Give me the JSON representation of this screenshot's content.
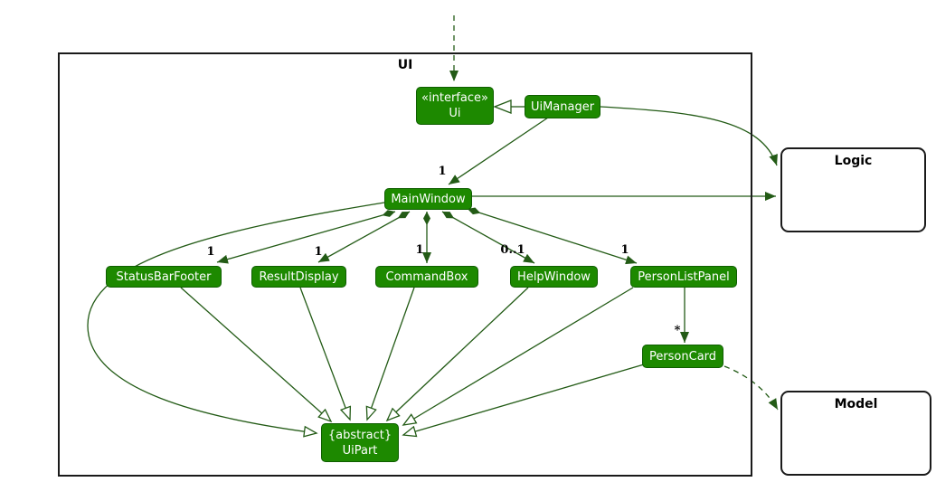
{
  "container": {
    "label": "UI"
  },
  "classes": {
    "ui_interface": {
      "stereotype": "«interface»",
      "name": "Ui"
    },
    "uimanager": {
      "name": "UiManager"
    },
    "mainwindow": {
      "name": "MainWindow"
    },
    "statusbarfooter": {
      "name": "StatusBarFooter"
    },
    "resultdisplay": {
      "name": "ResultDisplay"
    },
    "commandbox": {
      "name": "CommandBox"
    },
    "helpwindow": {
      "name": "HelpWindow"
    },
    "personlistpanel": {
      "name": "PersonListPanel"
    },
    "personcard": {
      "name": "PersonCard"
    },
    "uipart": {
      "constraint": "{abstract}",
      "name": "UiPart"
    }
  },
  "external": {
    "logic": {
      "name": "Logic"
    },
    "model": {
      "name": "Model"
    }
  },
  "multiplicities": {
    "uimanager_mainwindow": "1",
    "mainwindow_statusbarfooter": "1",
    "mainwindow_resultdisplay": "1",
    "mainwindow_commandbox": "1",
    "mainwindow_helpwindow": "0..1",
    "mainwindow_personlistpanel": "1",
    "personlistpanel_personcard": "*"
  },
  "colors": {
    "class_fill": "#1D8900",
    "class_border": "#0E5E00",
    "edge": "#235B16",
    "class_text": "#FFFFFF",
    "label_text": "#000000",
    "external_fill": "#FFFFFF",
    "external_border": "#1A1A1A"
  }
}
